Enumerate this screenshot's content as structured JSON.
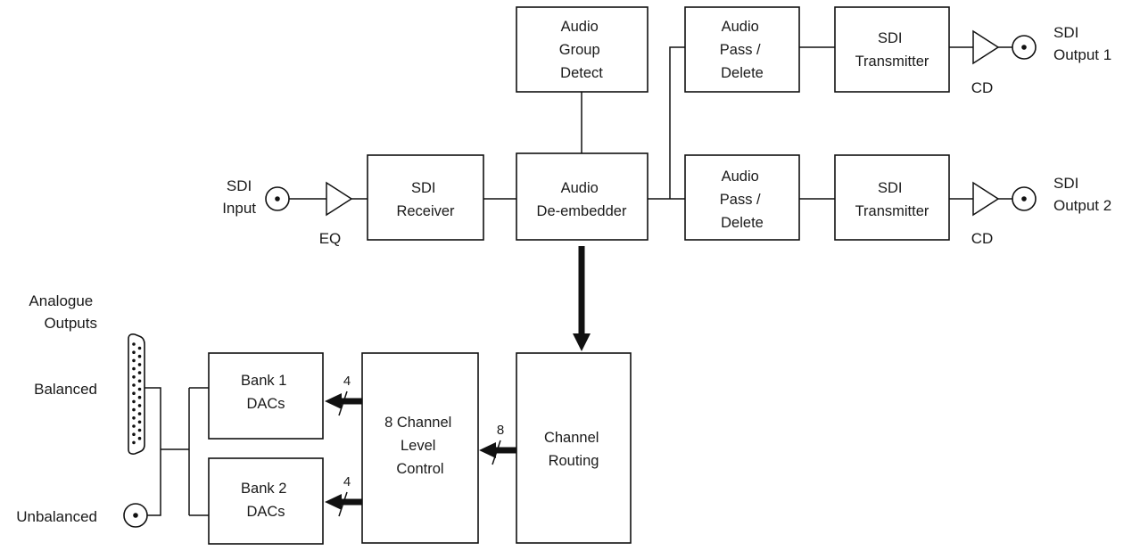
{
  "blocks": {
    "group_detect": [
      "Audio",
      "Group",
      "Detect"
    ],
    "pass_delete_1": [
      "Audio",
      "Pass /",
      "Delete"
    ],
    "transmitter_1": [
      "SDI",
      "Transmitter"
    ],
    "receiver": [
      "SDI",
      "Receiver"
    ],
    "deembedder": [
      "Audio",
      "De-embedder"
    ],
    "pass_delete_2": [
      "Audio",
      "Pass /",
      "Delete"
    ],
    "transmitter_2": [
      "SDI",
      "Transmitter"
    ],
    "bank1": [
      "Bank 1",
      "DACs"
    ],
    "bank2": [
      "Bank 2",
      "DACs"
    ],
    "level_control": [
      "8 Channel",
      "Level",
      "Control"
    ],
    "routing": [
      "Channel",
      "Routing"
    ]
  },
  "labels": {
    "input": [
      "SDI",
      "Input"
    ],
    "eq": "EQ",
    "output1": [
      "SDI",
      "Output 1"
    ],
    "output2": [
      "SDI",
      "Output 2"
    ],
    "cd1": "CD",
    "cd2": "CD",
    "analogue": [
      "Analogue",
      "Outputs"
    ],
    "balanced": "Balanced",
    "unbalanced": "Unbalanced",
    "bus_routing": "8",
    "bus_bank1": "4",
    "bus_bank2": "4"
  }
}
